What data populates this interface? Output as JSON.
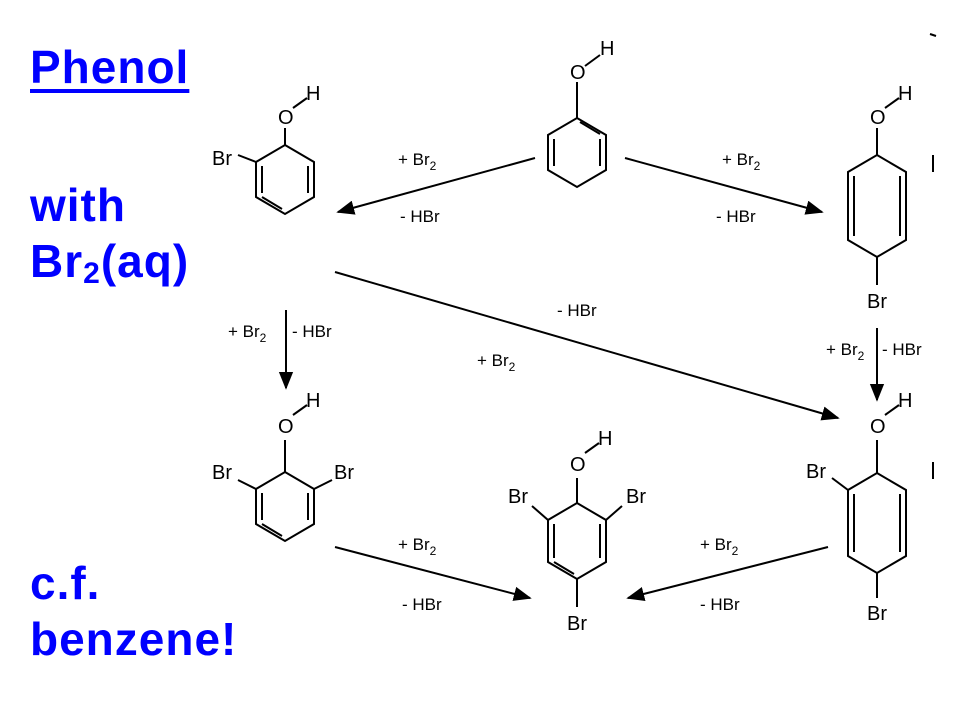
{
  "slide": {
    "title": "Phenol",
    "subtitle_line1": "with",
    "reagent_main": "Br",
    "reagent_sub": "2",
    "reagent_tail": "(aq)",
    "note_line1": "c.f.",
    "note_line2": "benzene!"
  },
  "scheme": {
    "atoms": {
      "oxygen": "O",
      "hydrogen": "H",
      "bromine": "Br"
    },
    "labels": {
      "add_br2": "+ Br",
      "sub2": "2",
      "minus_hbr": "- HBr"
    },
    "compounds": [
      "phenol",
      "2-bromophenol",
      "4-bromophenol",
      "2,6-dibromophenol",
      "2,4-dibromophenol",
      "2,4,6-tribromophenol"
    ]
  },
  "colors": {
    "text_accent": "#0000ff",
    "drawing": "#000000",
    "background": "#ffffff"
  }
}
